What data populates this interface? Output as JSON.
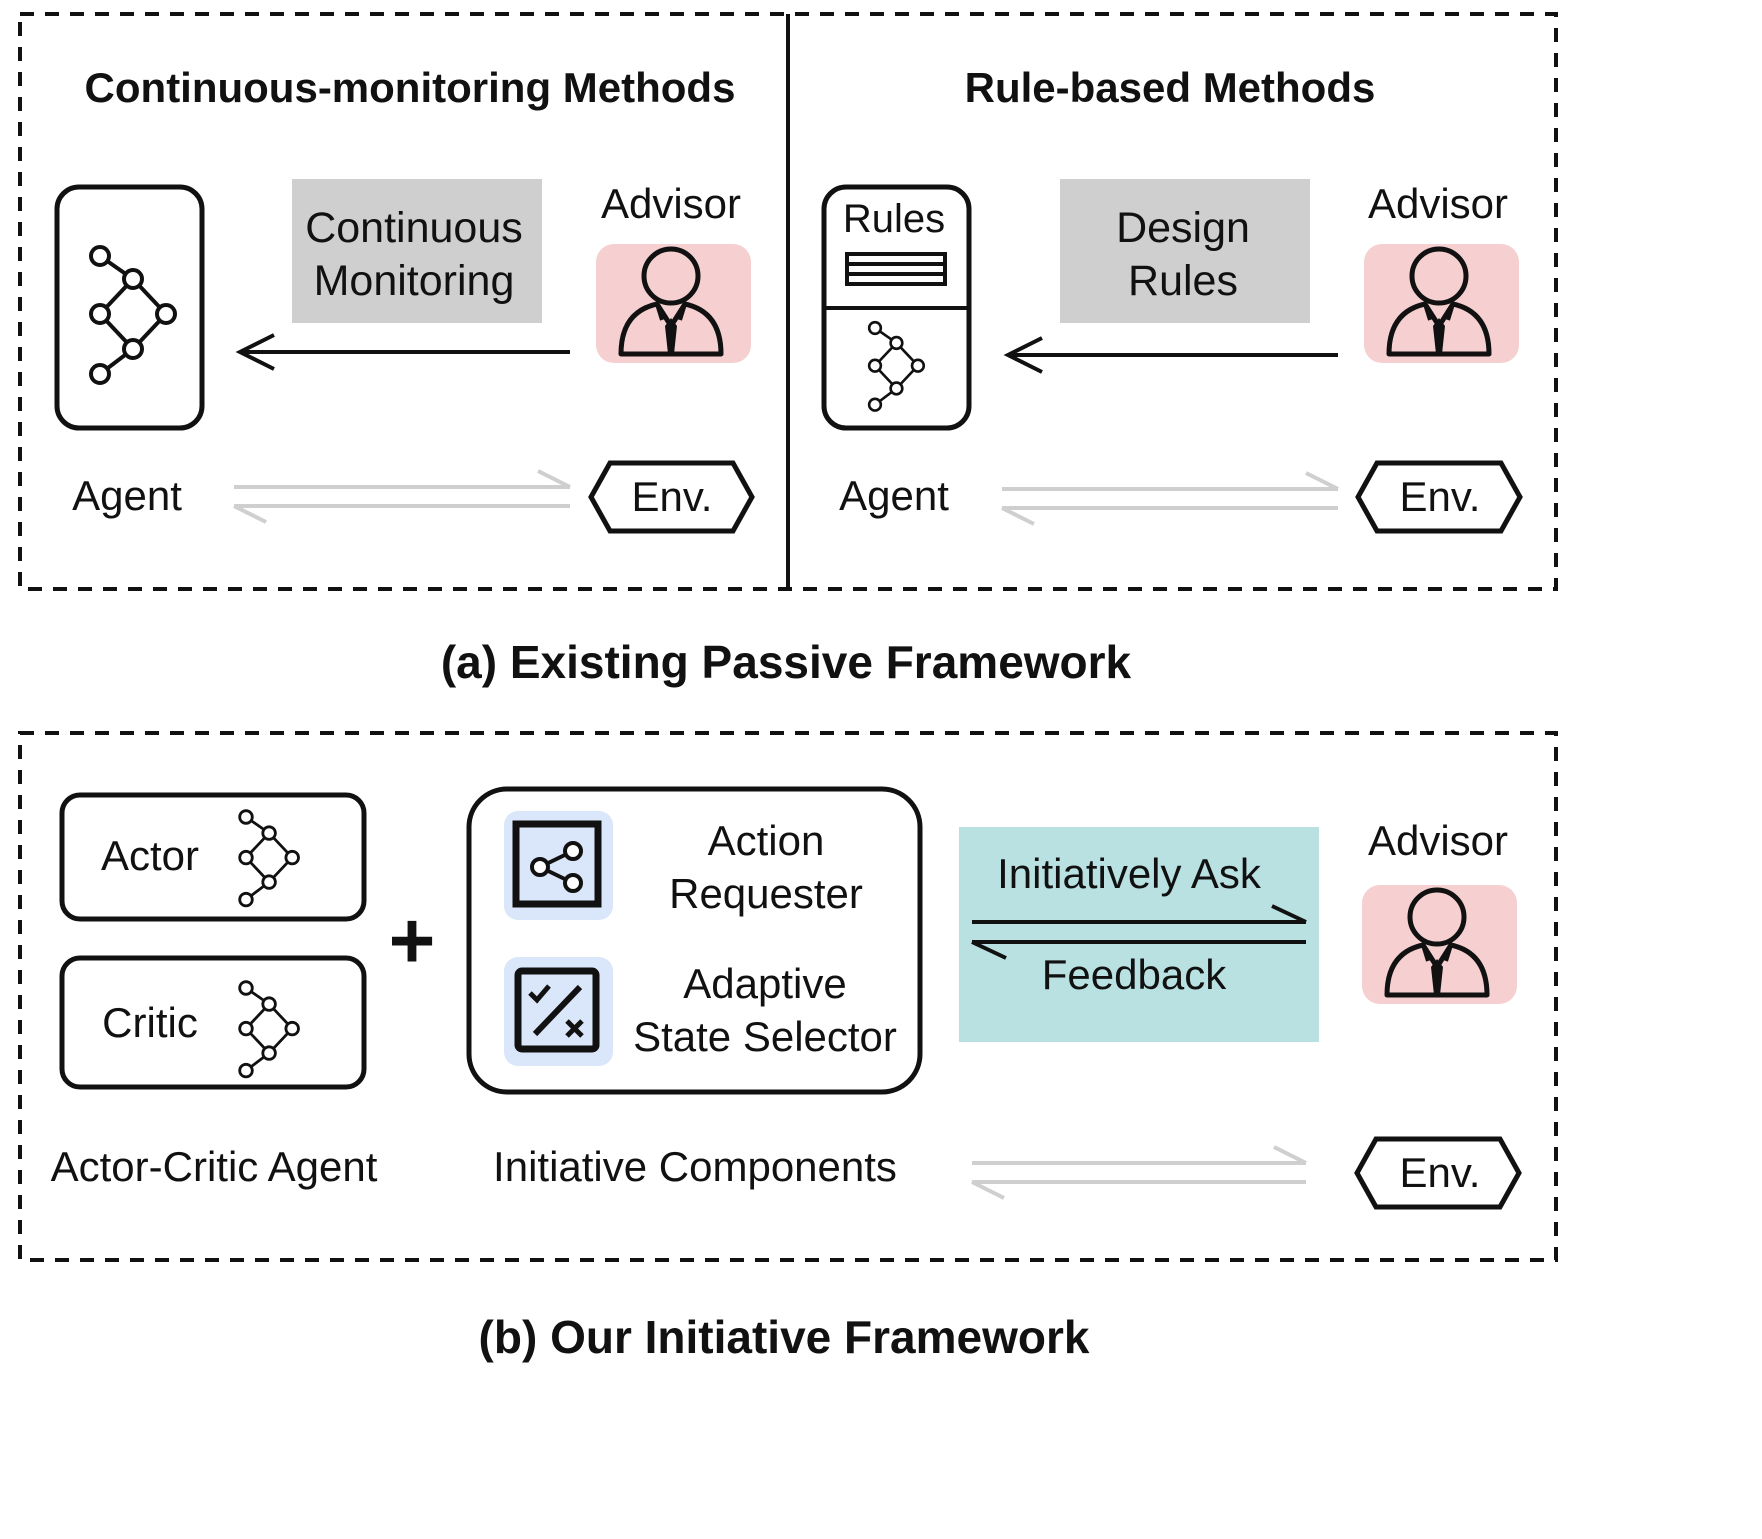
{
  "colors": {
    "advisor_bg": "#f6cfd0",
    "label_box_bg": "#cfcfcf",
    "channel_bg": "#b9e1e2",
    "component_icon_bg": "#dae6f9",
    "env_arrow": "#cfcfcf",
    "ink": "#111111"
  },
  "panel_a": {
    "caption": "(a) Existing Passive Framework",
    "left": {
      "title": "Continuous-monitoring Methods",
      "label_line1": "Continuous",
      "label_line2": "Monitoring",
      "advisor_label": "Advisor",
      "agent_label": "Agent",
      "env_label": "Env."
    },
    "right": {
      "title": "Rule-based Methods",
      "rules_label": "Rules",
      "label_line1": "Design",
      "label_line2": "Rules",
      "advisor_label": "Advisor",
      "agent_label": "Agent",
      "env_label": "Env."
    }
  },
  "panel_b": {
    "caption": "(b) Our Initiative Framework",
    "actor_label": "Actor",
    "critic_label": "Critic",
    "agent_caption": "Actor-Critic Agent",
    "plus": "+",
    "action_requester_line1": "Action",
    "action_requester_line2": "Requester",
    "state_selector_line1": "Adaptive",
    "state_selector_line2": "State Selector",
    "components_caption": "Initiative Components",
    "ask_label": "Initiatively Ask",
    "feedback_label": "Feedback",
    "advisor_label": "Advisor",
    "env_label": "Env."
  },
  "icons": {
    "network": "neural-network-icon",
    "advisor": "advisor-person-icon",
    "rules": "rules-document-icon",
    "action_requester": "share-nodes-icon",
    "state_selector": "check-cross-icon"
  }
}
